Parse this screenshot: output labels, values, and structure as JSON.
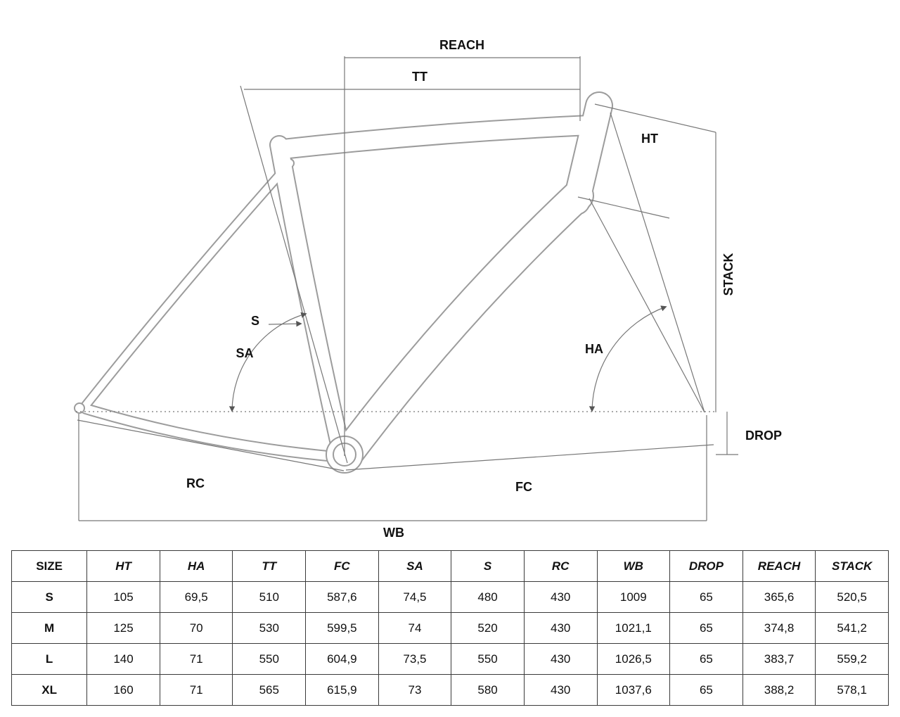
{
  "diagram": {
    "labels": {
      "reach": "REACH",
      "tt": "TT",
      "ht": "HT",
      "stack": "STACK",
      "s": "S",
      "sa": "SA",
      "ha": "HA",
      "drop": "DROP",
      "rc": "RC",
      "fc": "FC",
      "wb": "WB"
    },
    "colors": {
      "frame_outline": "#9c9c9c",
      "construction_line": "#777777",
      "label_text": "#111111"
    }
  },
  "table": {
    "headers": [
      "SIZE",
      "HT",
      "HA",
      "TT",
      "FC",
      "SA",
      "S",
      "RC",
      "WB",
      "DROP",
      "REACH",
      "STACK"
    ],
    "rows": [
      [
        "S",
        "105",
        "69,5",
        "510",
        "587,6",
        "74,5",
        "480",
        "430",
        "1009",
        "65",
        "365,6",
        "520,5"
      ],
      [
        "M",
        "125",
        "70",
        "530",
        "599,5",
        "74",
        "520",
        "430",
        "1021,1",
        "65",
        "374,8",
        "541,2"
      ],
      [
        "L",
        "140",
        "71",
        "550",
        "604,9",
        "73,5",
        "550",
        "430",
        "1026,5",
        "65",
        "383,7",
        "559,2"
      ],
      [
        "XL",
        "160",
        "71",
        "565",
        "615,9",
        "73",
        "580",
        "430",
        "1037,6",
        "65",
        "388,2",
        "578,1"
      ]
    ]
  }
}
